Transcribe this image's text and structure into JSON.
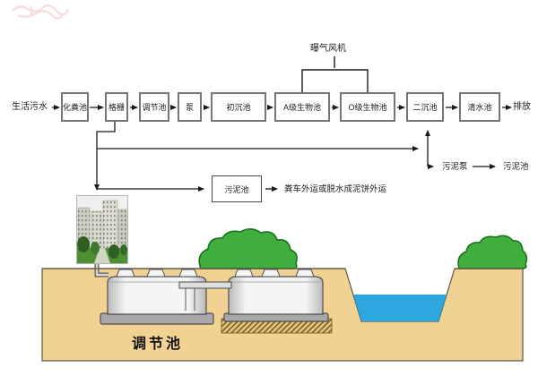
{
  "diagram": {
    "source": "生活污水",
    "process_boxes": [
      "化粪池",
      "格栅",
      "调节池",
      "泵",
      "初沉池",
      "A级生物池",
      "O级生物池",
      "二沉池",
      "清水池"
    ],
    "discharge": "排放",
    "aeration_blower": "曝气风机",
    "sludge": {
      "pump": "污泥泵",
      "tank_right": "污泥池",
      "tank_box": "污泥池",
      "disposal": "粪车外运或脱水成泥饼外运"
    },
    "ground_label": "调节池"
  },
  "colors": {
    "ground": "#f2d292",
    "groundEdge": "#5c5648",
    "water": "#2ca7e0",
    "bush": "#3fae3c",
    "bushStroke": "#17701a",
    "line": "#1a1a1a",
    "boxBorder": "#757575",
    "tankFill": "#f4f4f4",
    "tankShade": "#b9b9b9",
    "tankStroke": "#4c4c4c",
    "hatchBg": "#e6c378",
    "hatchLine": "#6a5626"
  }
}
